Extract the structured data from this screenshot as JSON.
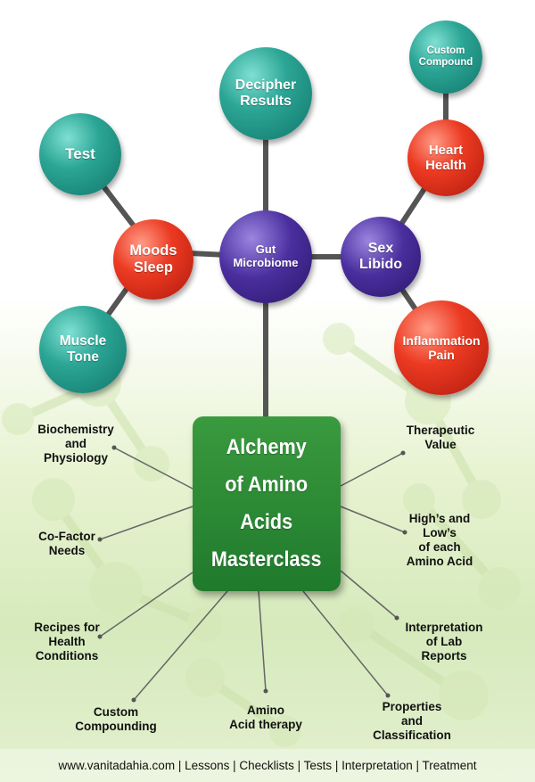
{
  "nodes": {
    "decipher": "Decipher\nResults",
    "custom_compound": "Custom\nCompound",
    "test": "Test",
    "heart": "Heart\nHealth",
    "moods": "Moods\nSleep",
    "gut": "Gut\nMicrobiome",
    "sex": "Sex\nLibido",
    "muscle": "Muscle\nTone",
    "inflammation": "Inflammation\nPain"
  },
  "center": {
    "title": "Alchemy\nof Amino\nAcids\nMasterclass"
  },
  "branches": {
    "biochemistry": "Biochemistry\nand\nPhysiology",
    "cofactor": "Co-Factor\nNeeds",
    "recipes": "Recipes for\nHealth\nConditions",
    "custom_compounding": "Custom\nCompounding",
    "amino_therapy": "Amino\nAcid therapy",
    "properties": "Properties\nand\nClassification",
    "interpretation": "Interpretation\nof Lab\nReports",
    "highs_lows": "High’s and\nLow’s\nof each\nAmino Acid",
    "therapeutic": "Therapeutic\nValue"
  },
  "footer": {
    "text": "www.vanitadahia.com | Lessons | Checklists | Tests | Interpretation | Treatment"
  },
  "colors": {
    "teal": "#2ba595",
    "red": "#ec3a22",
    "purple": "#4a2e9e",
    "green_box": "#2a8a34",
    "connector": "#4f4f4f"
  }
}
